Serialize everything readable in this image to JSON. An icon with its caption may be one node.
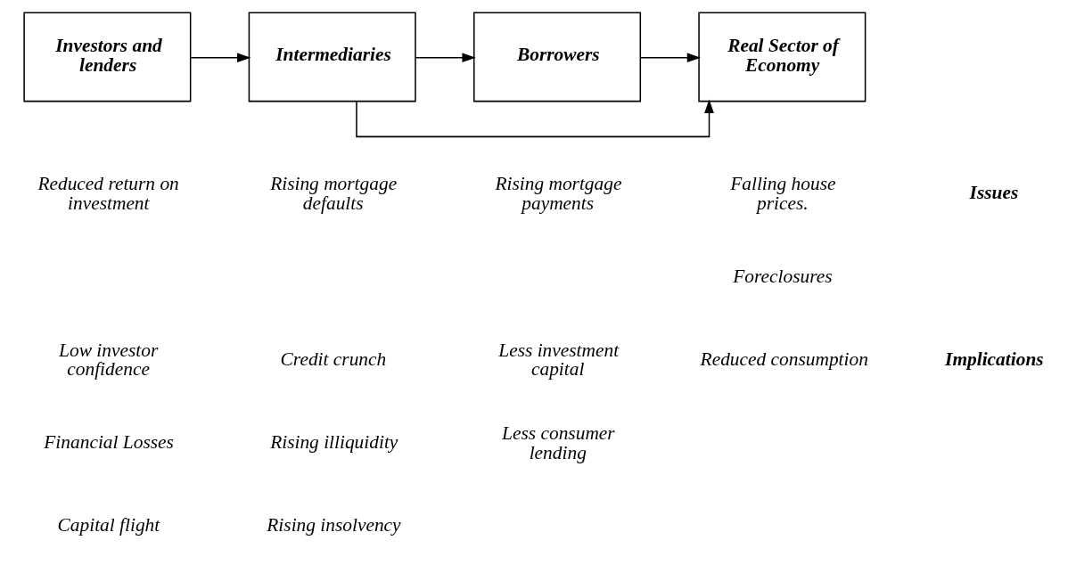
{
  "diagram": {
    "nodes": [
      {
        "text": [
          "Investors and lenders"
        ]
      },
      {
        "text": [
          "Intermediaries"
        ]
      },
      {
        "text": [
          "Borrowers"
        ]
      },
      {
        "text": [
          "Real Sector of Economy"
        ]
      }
    ],
    "edges": [
      {
        "from": 0,
        "to": 1,
        "arrow": "to"
      },
      {
        "from": 1,
        "to": 2,
        "arrow": "to"
      },
      {
        "from": 2,
        "to": 3,
        "arrow": "to"
      },
      {
        "from": 1,
        "to": 3,
        "arrow": "to"
      }
    ],
    "labels": [
      "Issues",
      "Reduced return on investment",
      "Rising mortgage defaults",
      "Rising mortgage payments",
      "Falling house prices.",
      "Foreclosures",
      "Implications",
      "Low investor confidence",
      "Credit crunch",
      "Less investment capital",
      "Reduced consumption",
      "Financial Losses",
      "Rising illiquidity",
      "Less consumer lending",
      "Capital flight",
      "Rising insolvency"
    ]
  }
}
